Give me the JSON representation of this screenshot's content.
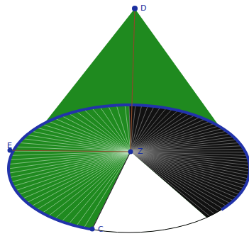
{
  "diagram": {
    "labels": [
      "D",
      "E",
      "Z",
      "C"
    ]
  }
}
